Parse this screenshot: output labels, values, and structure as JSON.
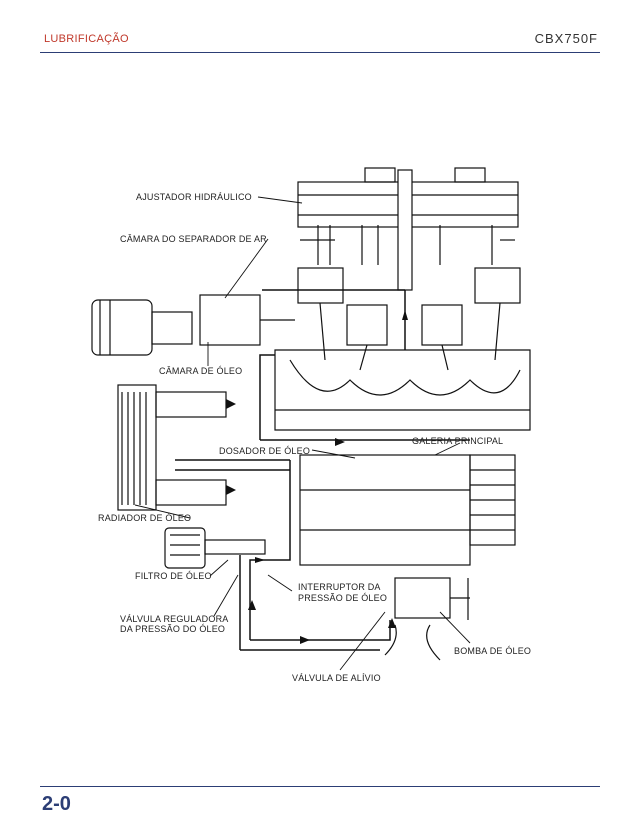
{
  "header": {
    "section": "LUBRIFICAÇÃO",
    "model": "CBX750F"
  },
  "footer": {
    "page_number": "2-0"
  },
  "labels": {
    "hydraulic_adjuster": "AJUSTADOR HIDRÁULICO",
    "air_separator_chamber": "CÂMARA DO SEPARADOR DE AR",
    "oil_chamber": "CÂMARA DE ÓLEO",
    "main_gallery": "GALERIA PRINCIPAL",
    "oil_metering": "DOSADOR DE ÓLEO",
    "oil_radiator": "RADIADOR DE ÓLEO",
    "oil_filter": "FILTRO DE ÓLEO",
    "pressure_switch_line1": "INTERRUPTOR DA",
    "pressure_switch_line2": "PRESSÃO DE ÓLEO",
    "regulator_valve_line1": "VÁLVULA REGULADORA",
    "regulator_valve_line2": "DA PRESSÃO DO ÓLEO",
    "oil_pump": "BOMBA DE ÓLEO",
    "relief_valve": "VÁLVULA DE ALÍVIO"
  }
}
